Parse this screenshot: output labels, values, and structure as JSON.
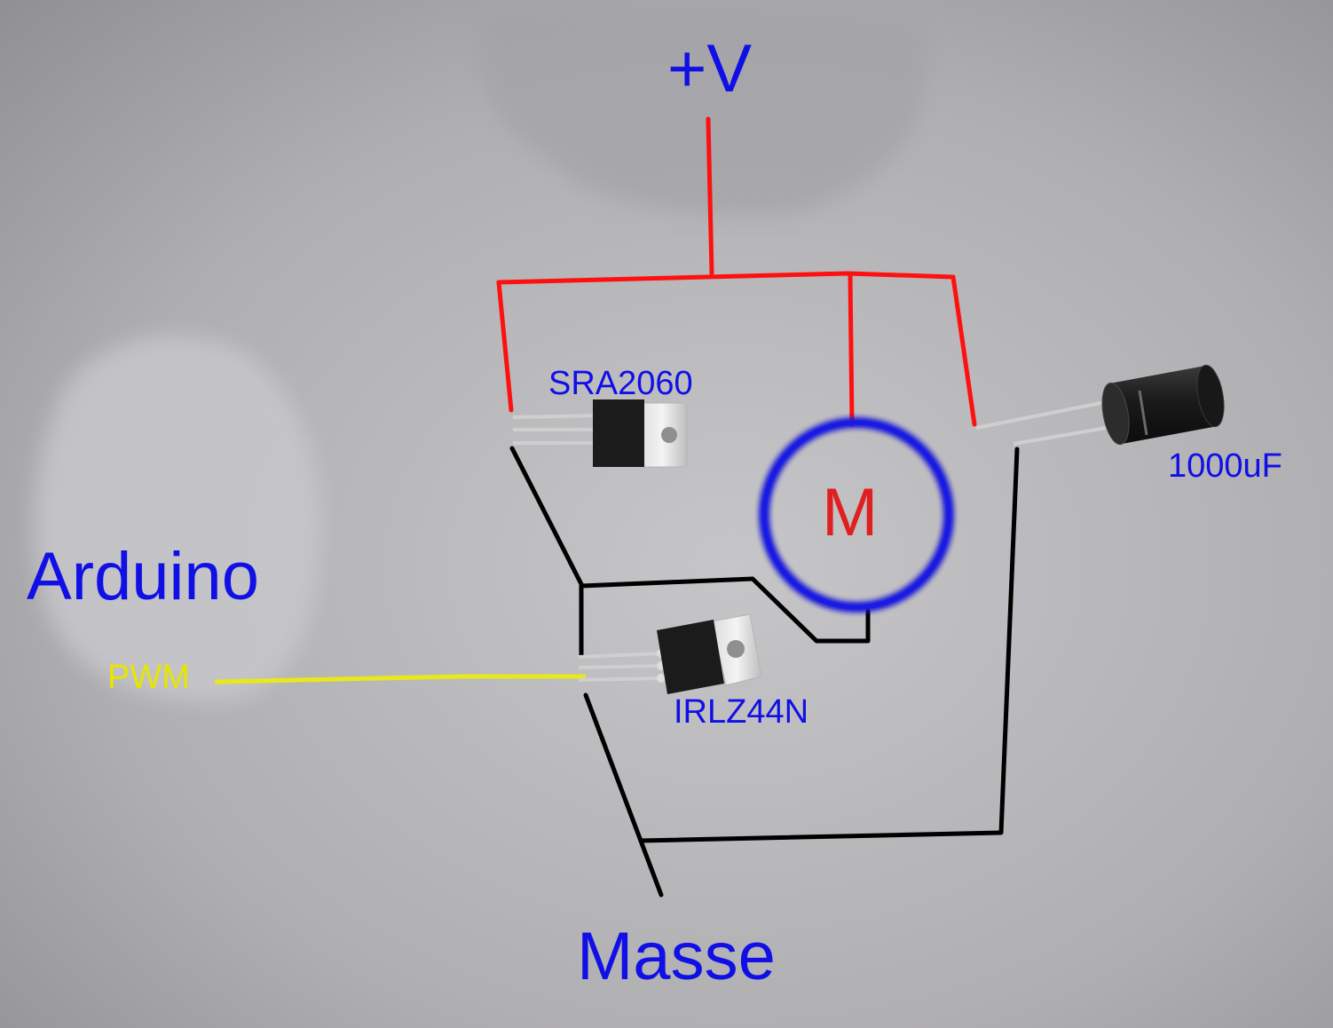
{
  "labels": {
    "supply": "+V",
    "regulator": "SRA2060",
    "capacitor": "1000uF",
    "controller": "Arduino",
    "pwm": "PWM",
    "mosfet": "IRLZ44N",
    "ground": "Masse",
    "motor": "M"
  },
  "colors": {
    "label_blue": "#1010e6",
    "pwm_yellow": "#e6e600",
    "supply_wire_red": "#ff1010",
    "ground_wire_black": "#000000",
    "pwm_wire_yellow": "#e8e81c",
    "motor_ring_blue": "#1414d8",
    "motor_letter_red": "#e02020",
    "background": "#a09fa3"
  }
}
